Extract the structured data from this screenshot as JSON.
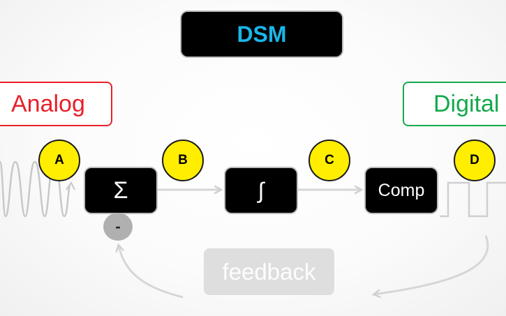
{
  "diagram": {
    "title": "DSM",
    "labels": {
      "analog": "Analog",
      "digital": "Digital"
    },
    "blocks": {
      "summer": "Σ",
      "integrator": "∫",
      "comparator": "Comp"
    },
    "nodes": {
      "a": "A",
      "b": "B",
      "c": "C",
      "d": "D"
    },
    "minus_sign": "-",
    "feedback": "feedback"
  },
  "colors": {
    "title_text": "#19b6e8",
    "analog": "#e8202a",
    "digital": "#14a84b",
    "node_fill": "#ffee00",
    "block_fill": "#000000",
    "connector": "#d6d6d6"
  }
}
